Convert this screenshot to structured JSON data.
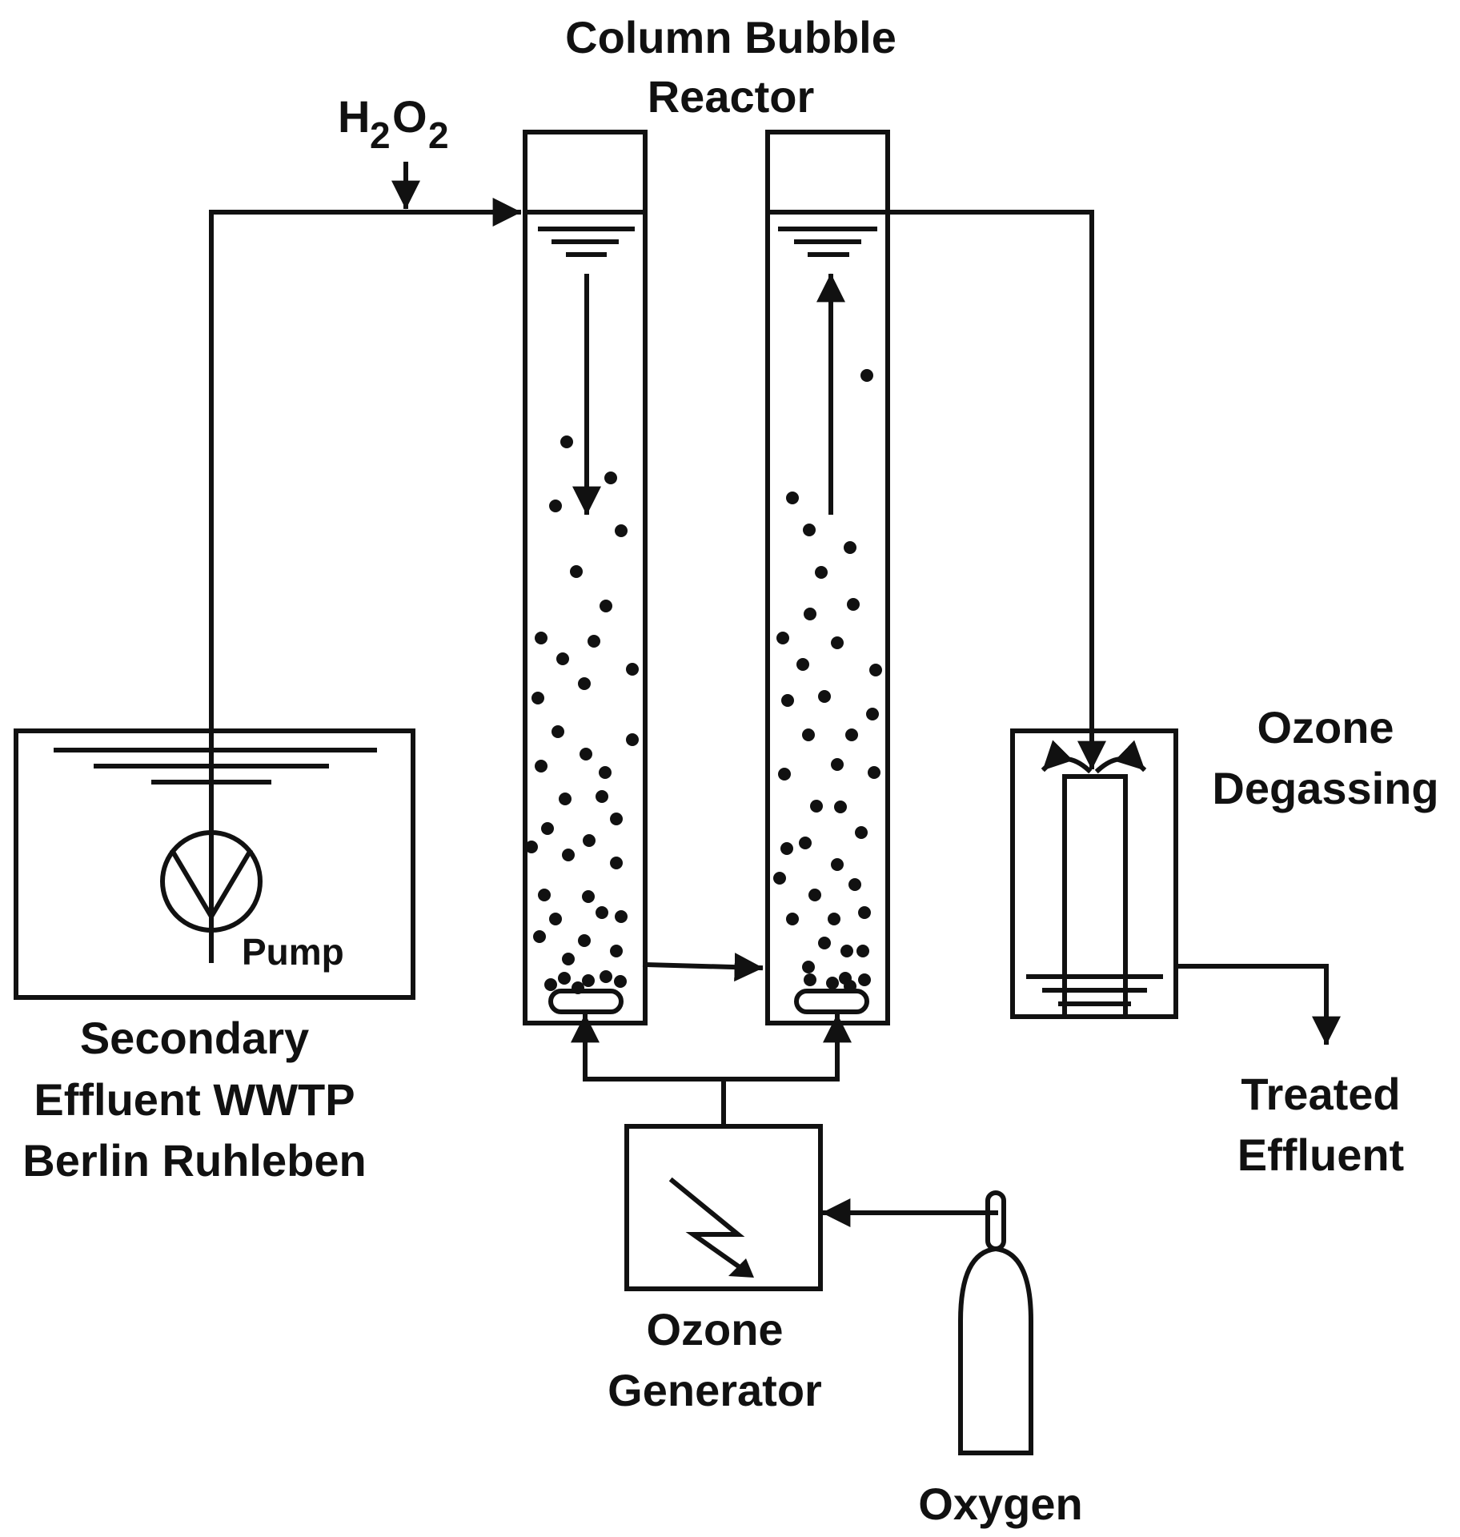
{
  "labels": {
    "reactor_line1": "Column Bubble",
    "reactor_line2": "Reactor",
    "h2o2_h": "H",
    "h2o2_sub1": "2",
    "h2o2_o": "O",
    "h2o2_sub2": "2",
    "pump": "Pump",
    "source_line1": "Secondary",
    "source_line2": "Effluent WWTP",
    "source_line3": "Berlin Ruhleben",
    "degassing_line1": "Ozone",
    "degassing_line2": "Degassing",
    "treated_line1": "Treated",
    "treated_line2": "Effluent",
    "generator_line1": "Ozone",
    "generator_line2": "Generator",
    "oxygen": "Oxygen"
  },
  "colors": {
    "ink": "#111111",
    "background": "#ffffff"
  }
}
